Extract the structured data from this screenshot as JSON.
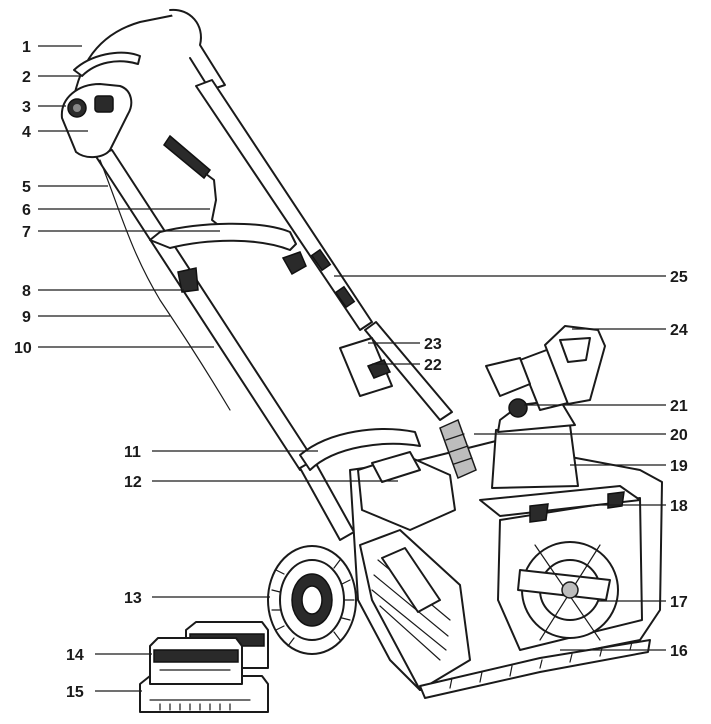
{
  "callouts": [
    {
      "n": "1"
    },
    {
      "n": "2"
    },
    {
      "n": "3"
    },
    {
      "n": "4"
    },
    {
      "n": "5"
    },
    {
      "n": "6"
    },
    {
      "n": "7"
    },
    {
      "n": "8"
    },
    {
      "n": "9"
    },
    {
      "n": "10"
    },
    {
      "n": "11"
    },
    {
      "n": "12"
    },
    {
      "n": "13"
    },
    {
      "n": "14"
    },
    {
      "n": "15"
    },
    {
      "n": "16"
    },
    {
      "n": "17"
    },
    {
      "n": "18"
    },
    {
      "n": "19"
    },
    {
      "n": "20"
    },
    {
      "n": "21"
    },
    {
      "n": "22"
    },
    {
      "n": "23"
    },
    {
      "n": "24"
    },
    {
      "n": "25"
    }
  ]
}
